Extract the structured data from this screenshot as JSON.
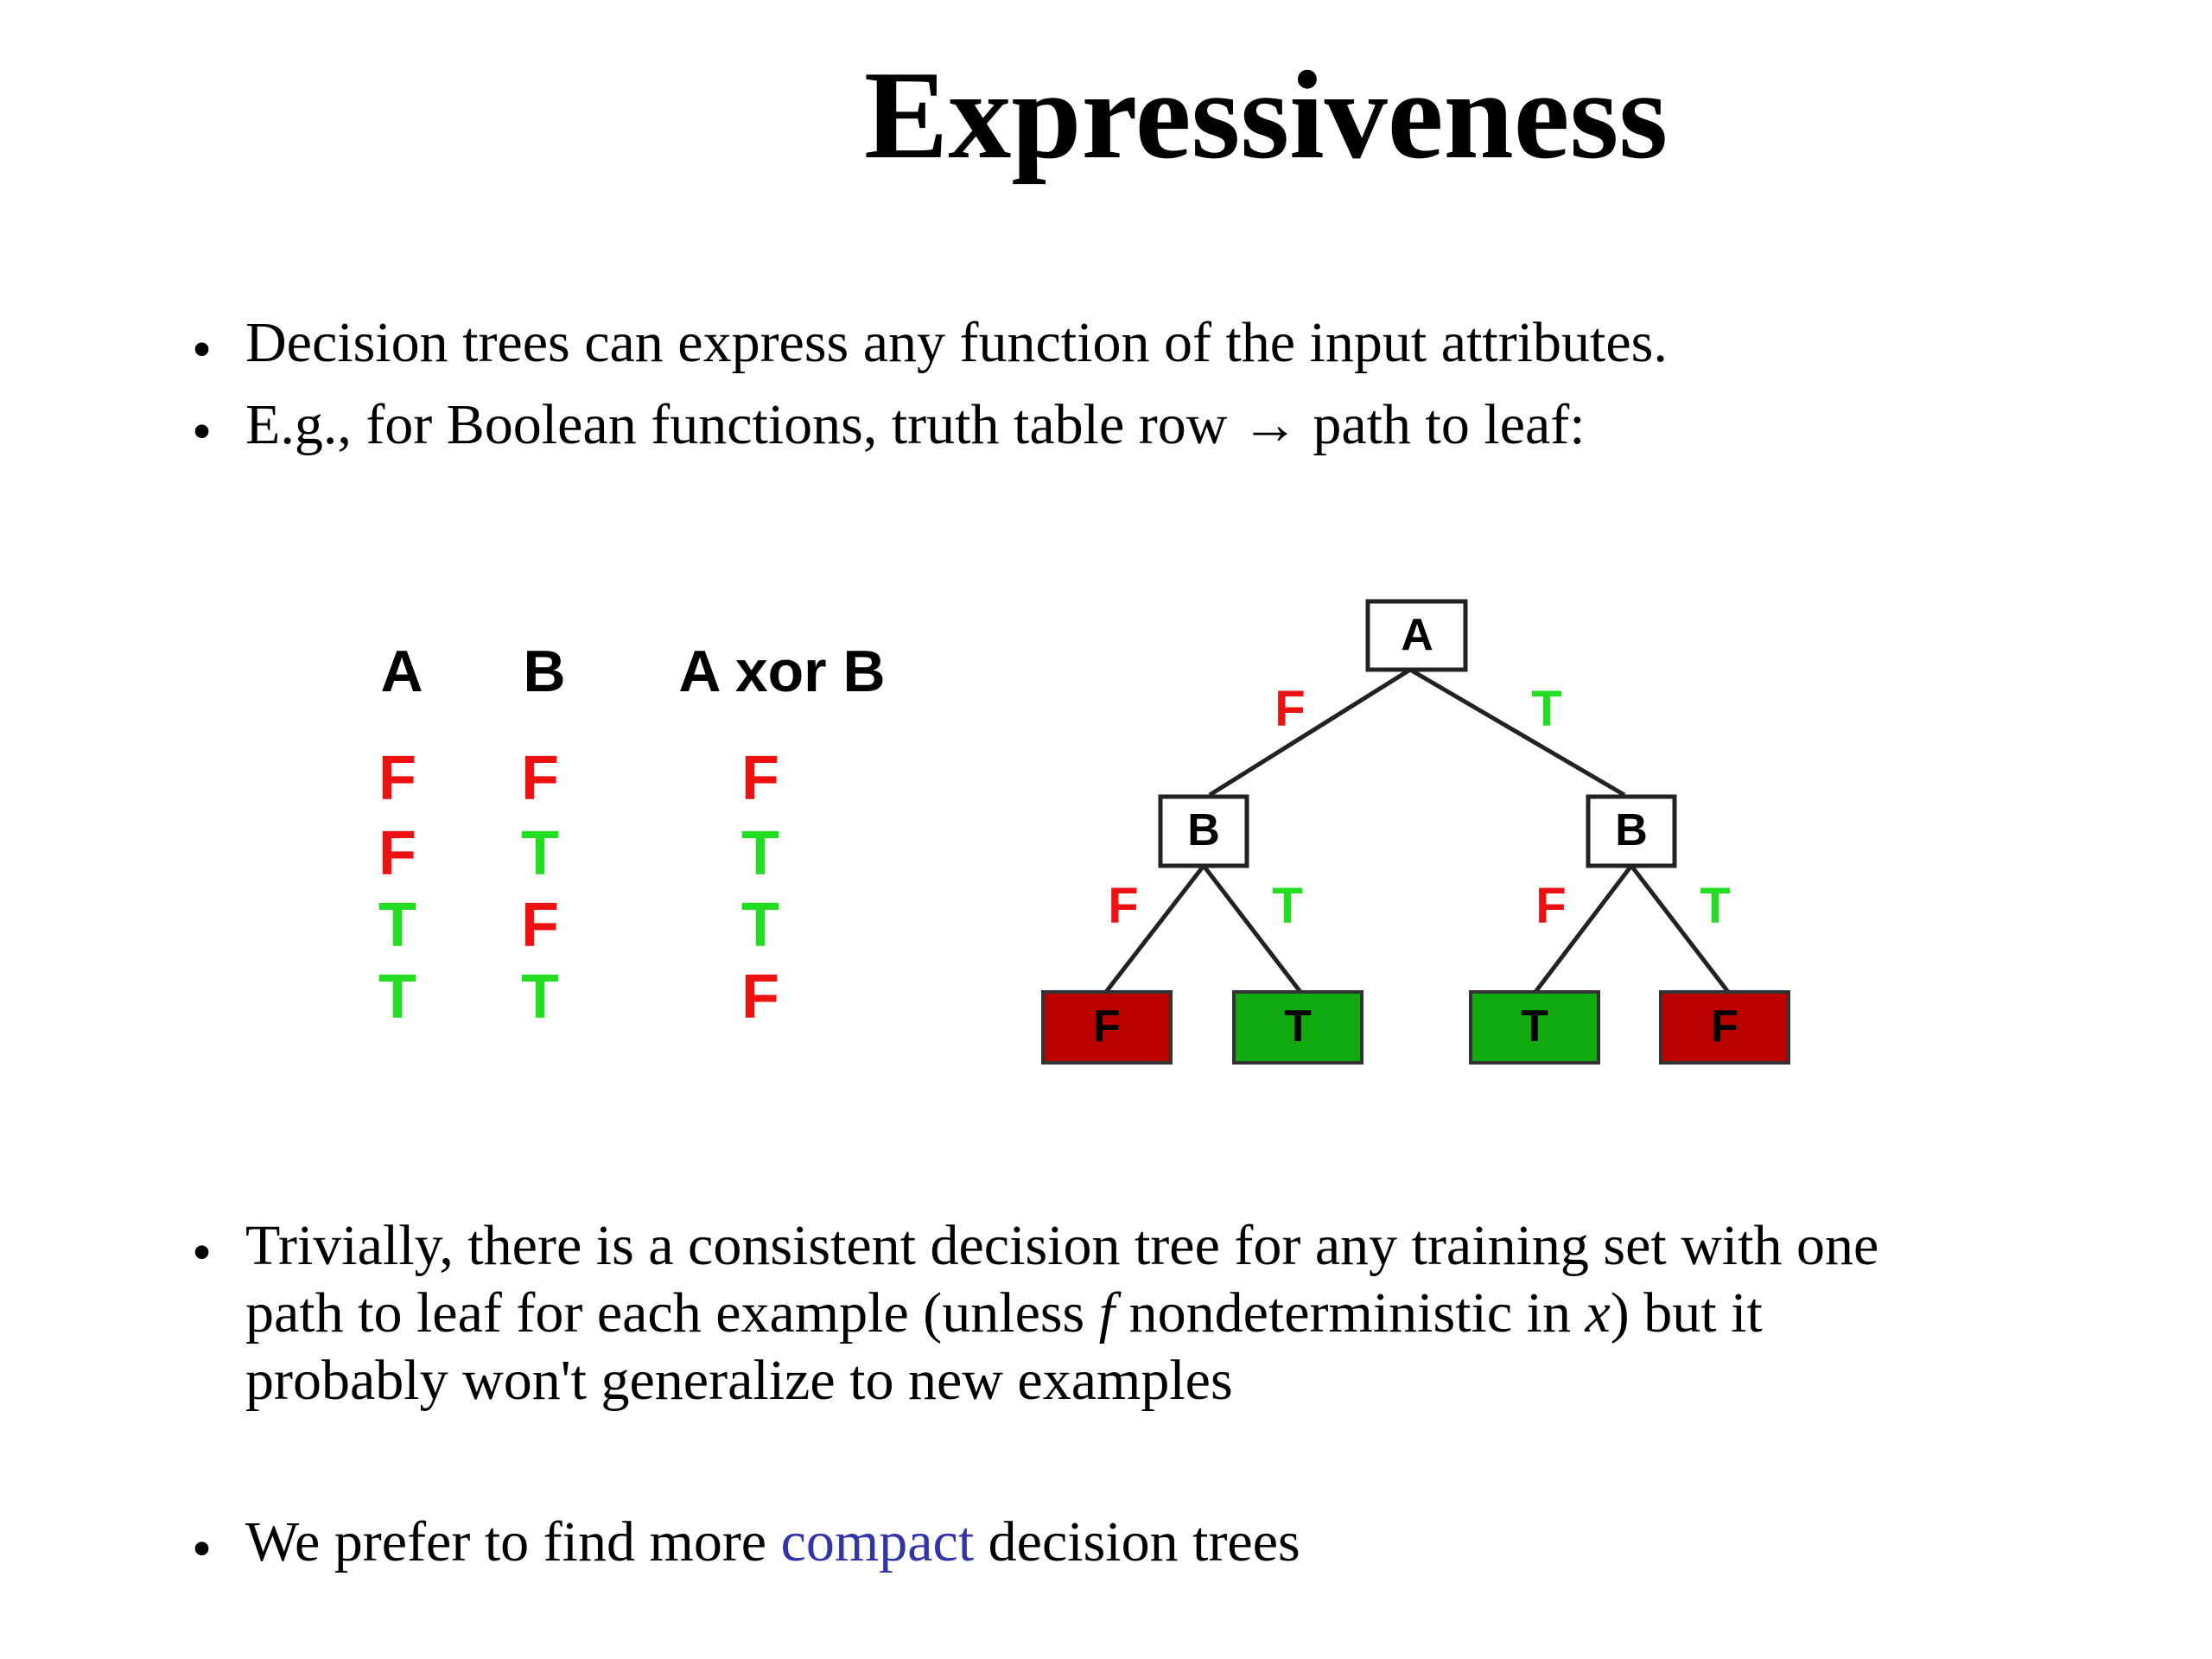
{
  "title": "Expressiveness",
  "bullets": {
    "b1": "Decision trees can express any function of the input attributes.",
    "b2": "E.g., for Boolean functions, truth table row → path to leaf:",
    "b3": {
      "l1": "Trivially, there is a consistent decision tree for any training set with one",
      "l2a": "path to leaf for each example (unless ",
      "l2f": "f",
      "l2b": " nondeterministic in ",
      "l2x": "x",
      "l2c": ") but it",
      "l3": "probably won't generalize to new examples"
    },
    "b4": {
      "pre": "We prefer to find more ",
      "accent": "compact",
      "post": " decision trees"
    },
    "glyph": "•"
  },
  "truth_table": {
    "headers": [
      "A",
      "B",
      "A xor B"
    ],
    "rows": [
      [
        "F",
        "F",
        "F"
      ],
      [
        "F",
        "T",
        "T"
      ],
      [
        "T",
        "F",
        "T"
      ],
      [
        "T",
        "T",
        "F"
      ]
    ]
  },
  "tree": {
    "root": "A",
    "root_edges": [
      "F",
      "T"
    ],
    "children": [
      {
        "label": "B",
        "edges": [
          "F",
          "T"
        ],
        "leaves": [
          "F",
          "T"
        ]
      },
      {
        "label": "B",
        "edges": [
          "F",
          "T"
        ],
        "leaves": [
          "T",
          "F"
        ]
      }
    ]
  },
  "colors": {
    "true_text": "#22dd22",
    "false_text": "#ee1111",
    "true_leaf": "#11aa11",
    "false_leaf": "#bb0000",
    "accent": "#3333aa"
  }
}
